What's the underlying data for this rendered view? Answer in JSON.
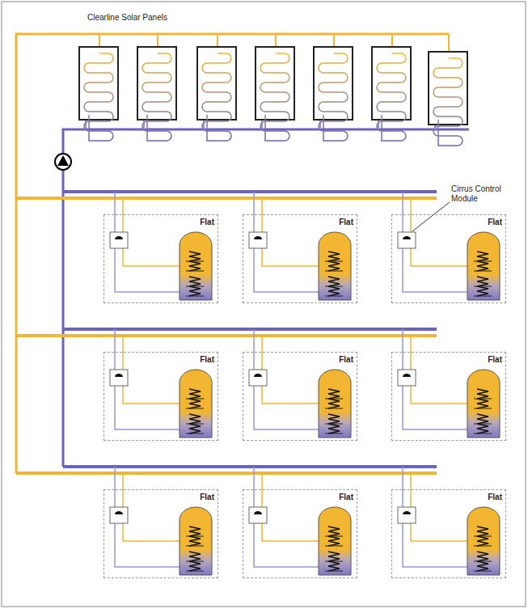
{
  "diagram": {
    "nodes": [
      {
        "text": [
          "Flat"
        ]
      },
      {
        "text": [
          "Flat"
        ]
      },
      {
        "text": [
          "Flat"
        ]
      },
      {
        "text": [
          "Flat"
        ]
      },
      {
        "text": [
          "Flat"
        ]
      },
      {
        "text": [
          "Flat"
        ]
      },
      {
        "text": [
          "Flat"
        ]
      },
      {
        "text": [
          "Flat"
        ]
      },
      {
        "text": [
          "Flat"
        ]
      }
    ],
    "labels": [
      "Clearline Solar Panels",
      "Cirrus Control Module"
    ]
  }
}
